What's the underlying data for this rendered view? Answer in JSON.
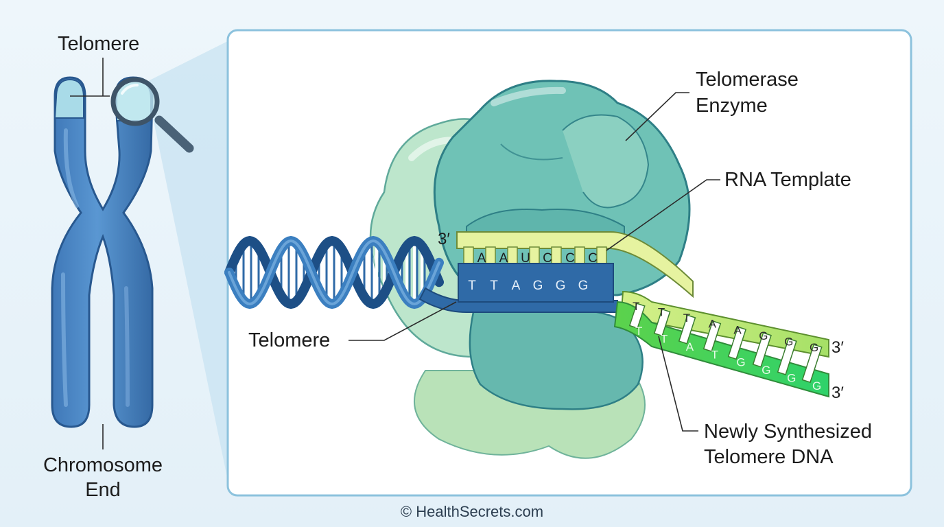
{
  "labels": {
    "telomere_top": "Telomere",
    "chromosome_end_1": "Chromosome",
    "chromosome_end_2": "End",
    "telomerase_1": "Telomerase",
    "telomerase_2": "Enzyme",
    "rna_template": "RNA Template",
    "telomere_mid": "Telomere",
    "newly_1": "Newly Synthesized",
    "newly_2": "Telomere DNA",
    "prime_3_a": "3′",
    "prime_3_b": "3′",
    "prime_3_c": "3′"
  },
  "rna_bases": [
    "A",
    "A",
    "U",
    "C",
    "C",
    "C"
  ],
  "dna_bases": [
    "T",
    "T",
    "A",
    "G",
    "G",
    "G"
  ],
  "new_top_bases": [
    "T",
    "T",
    "T",
    "A",
    "A",
    "G",
    "G",
    "G"
  ],
  "new_bottom_bases": [
    "T",
    "T",
    "A",
    "T",
    "G",
    "G",
    "G",
    "G"
  ],
  "credit": "© HealthSecrets.com",
  "colors": {
    "chromosome": "#4a86c5",
    "chromosome_dark": "#2a5d95",
    "telomere_cap": "#a9dbe8",
    "enzyme_main": "#6cc1b4",
    "enzyme_light": "#b6e3c2",
    "rna": "#e6f3a0",
    "dna": "#2f6aa7",
    "new_dna": "#4dd35a"
  }
}
